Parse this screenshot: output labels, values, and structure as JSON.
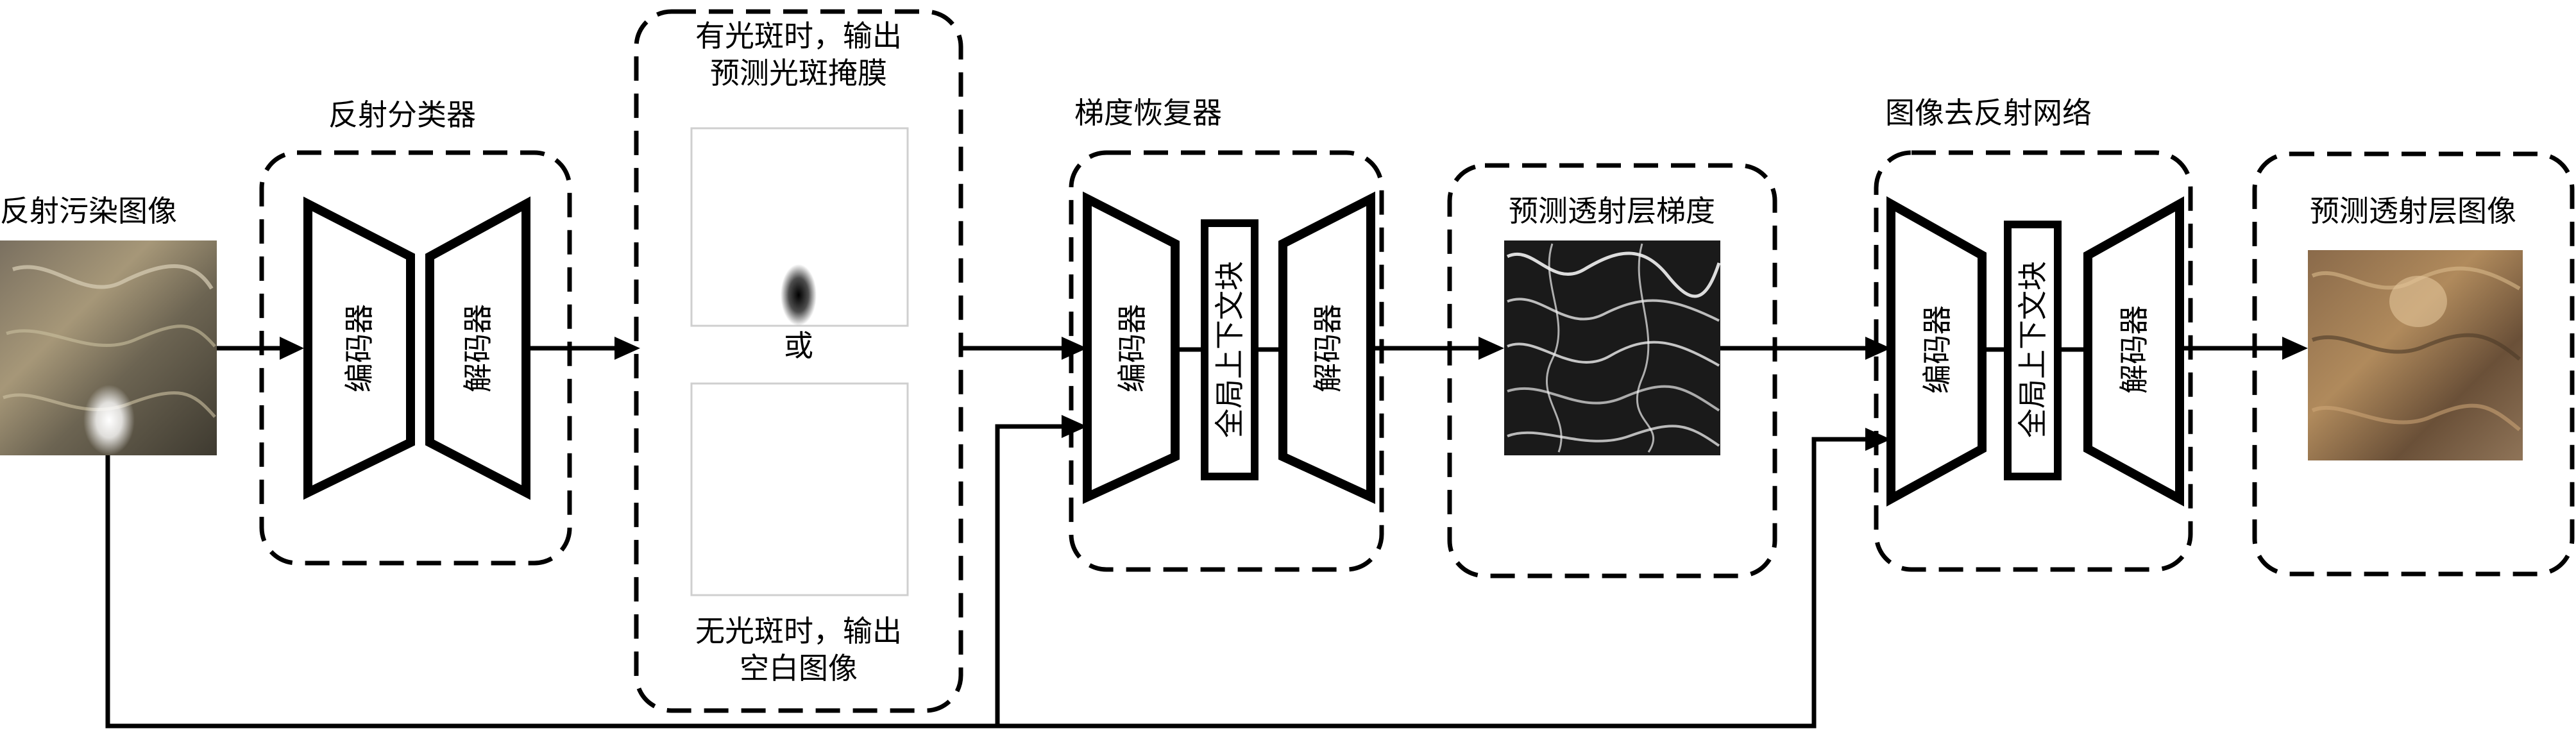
{
  "input": {
    "label": "反射污染图像"
  },
  "classifier": {
    "title": "反射分类器",
    "encoder": "编码器",
    "decoder": "解码器"
  },
  "mask_panel": {
    "top_line1": "有光斑时，输出",
    "top_line2": "预测光斑掩膜",
    "or": "或",
    "bottom_line1": "无光斑时，输出",
    "bottom_line2": "空白图像"
  },
  "gradient_restorer": {
    "title": "梯度恢复器",
    "encoder": "编码器",
    "context": "全局上下文块",
    "decoder": "解码器"
  },
  "gradient_output": {
    "label": "预测透射层梯度"
  },
  "dereflection_net": {
    "title": "图像去反射网络",
    "encoder": "编码器",
    "context": "全局上下文块",
    "decoder": "解码器"
  },
  "final_output": {
    "label": "预测透射层图像"
  }
}
